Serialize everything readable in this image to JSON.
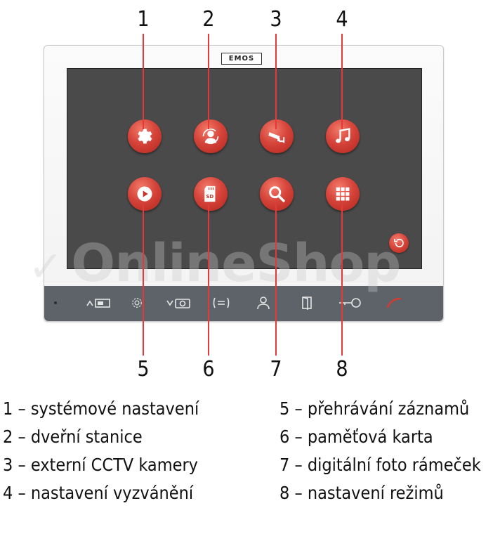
{
  "callouts": {
    "top": [
      "1",
      "2",
      "3",
      "4"
    ],
    "bottom": [
      "5",
      "6",
      "7",
      "8"
    ]
  },
  "device": {
    "brand_logo": "EMOS",
    "watermark": "OnlineShop",
    "menu_icons": [
      "settings-gear-icon",
      "door-station-icon",
      "cctv-camera-icon",
      "music-note-icon",
      "play-icon",
      "sd-card-icon",
      "magnifier-icon",
      "grid-mode-icon"
    ],
    "back_icon": "back-arrow-icon",
    "bottom_bar_icons": [
      "up-monitor-icon",
      "settings-gear-icon",
      "down-camera-icon",
      "intercom-icon",
      "person-icon",
      "door-icon",
      "key-icon",
      "hang-up-icon"
    ],
    "accent_color": "#d6443a",
    "screen_color": "#4a4a4a",
    "bar_color": "#5d6369"
  },
  "legend": {
    "left": [
      "1 – systémové nastavení",
      "2 – dveřní stanice",
      "3 – externí CCTV kamery",
      "4 – nastavení vyzvánění"
    ],
    "right": [
      "5 – přehrávání záznamů",
      "6 – paměťová karta",
      "7 – digitální foto rámeček",
      "8 – nastavení režimů"
    ]
  }
}
